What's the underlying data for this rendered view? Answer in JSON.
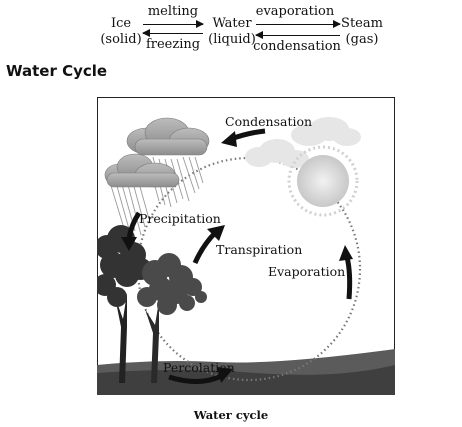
{
  "phase_diagram": {
    "states": [
      {
        "name": "Ice",
        "state": "(solid)"
      },
      {
        "name": "Water",
        "state": "(liquid)"
      },
      {
        "name": "Steam",
        "state": "(gas)"
      }
    ],
    "processes": {
      "melting": "melting",
      "freezing": "freezing",
      "evaporation": "evaporation",
      "condensation": "condensation"
    }
  },
  "heading": "Water Cycle",
  "figure": {
    "labels": {
      "condensation": "Condensation",
      "precipitation": "Precipitation",
      "transpiration": "Transpiration",
      "evaporation": "Evaporation",
      "percolation": "Percolation"
    },
    "caption": "Water cycle"
  }
}
